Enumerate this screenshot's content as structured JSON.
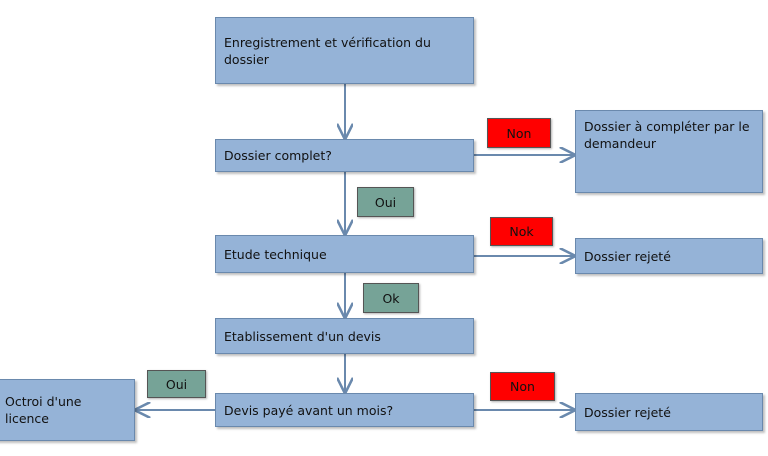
{
  "boxes": {
    "registration": "Enregistrement et vérification du dossier",
    "complete": "Dossier complet?",
    "to_complete": "Dossier à compléter par le demandeur",
    "technical": "Etude technique",
    "rejected_1": "Dossier rejeté",
    "quote": "Etablissement d'un devis",
    "paid": "Devis payé avant un mois?",
    "rejected_2": "Dossier rejeté",
    "license": "Octroi d'une licence"
  },
  "tags": {
    "non_1": "Non",
    "oui_1": "Oui",
    "nok": "Nok",
    "ok": "Ok",
    "oui_2": "Oui",
    "non_2": "Non"
  },
  "colors": {
    "box_fill": "#95b3d7",
    "box_border": "#6a89ad",
    "arrow": "#6a89ad",
    "tag_negative": "#ff0000",
    "tag_positive": "#76a397"
  }
}
